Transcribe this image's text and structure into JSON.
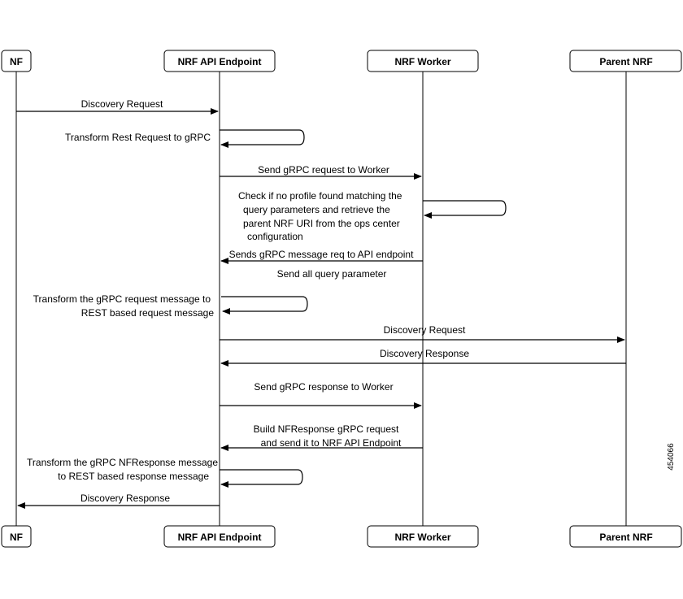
{
  "participants": [
    {
      "id": "nf",
      "label": "NF"
    },
    {
      "id": "api",
      "label": "NRF API Endpoint"
    },
    {
      "id": "worker",
      "label": "NRF Worker"
    },
    {
      "id": "parent",
      "label": "Parent NRF"
    }
  ],
  "messages": [
    {
      "from": "nf",
      "to": "api",
      "lines": [
        "Discovery Request"
      ]
    },
    {
      "from": "api",
      "to": "api",
      "lines": [
        "Transform Rest Request to gRPC"
      ]
    },
    {
      "from": "api",
      "to": "worker",
      "lines": [
        "Send  gRPC  request to Worker"
      ]
    },
    {
      "from": "worker",
      "to": "worker",
      "lines": [
        "Check if no profile found matching the",
        "query parameters and retrieve the",
        "parent NRF URI from the ops center",
        "configuration"
      ]
    },
    {
      "from": "worker",
      "to": "api",
      "lines": [
        "Sends gRPC  message req to API endpoint",
        "Send all query parameter"
      ]
    },
    {
      "from": "api",
      "to": "api",
      "lines": [
        "Transform the gRPC  request message to",
        "REST based request message"
      ]
    },
    {
      "from": "api",
      "to": "parent",
      "lines": [
        "Discovery Request"
      ]
    },
    {
      "from": "parent",
      "to": "api",
      "lines": [
        "Discovery Response"
      ]
    },
    {
      "from": "api",
      "to": "worker",
      "lines": [
        "Send  gRPC response to Worker"
      ]
    },
    {
      "from": "worker",
      "to": "api",
      "lines": [
        "Build NFResponse gRPC  request",
        "and send it to NRF API Endpoint"
      ]
    },
    {
      "from": "api",
      "to": "api",
      "lines": [
        "Transform the  gRPC NFResponse message",
        "to REST based response message"
      ]
    },
    {
      "from": "api",
      "to": "nf",
      "lines": [
        "Discovery Response"
      ]
    }
  ],
  "figure_id": "454066"
}
